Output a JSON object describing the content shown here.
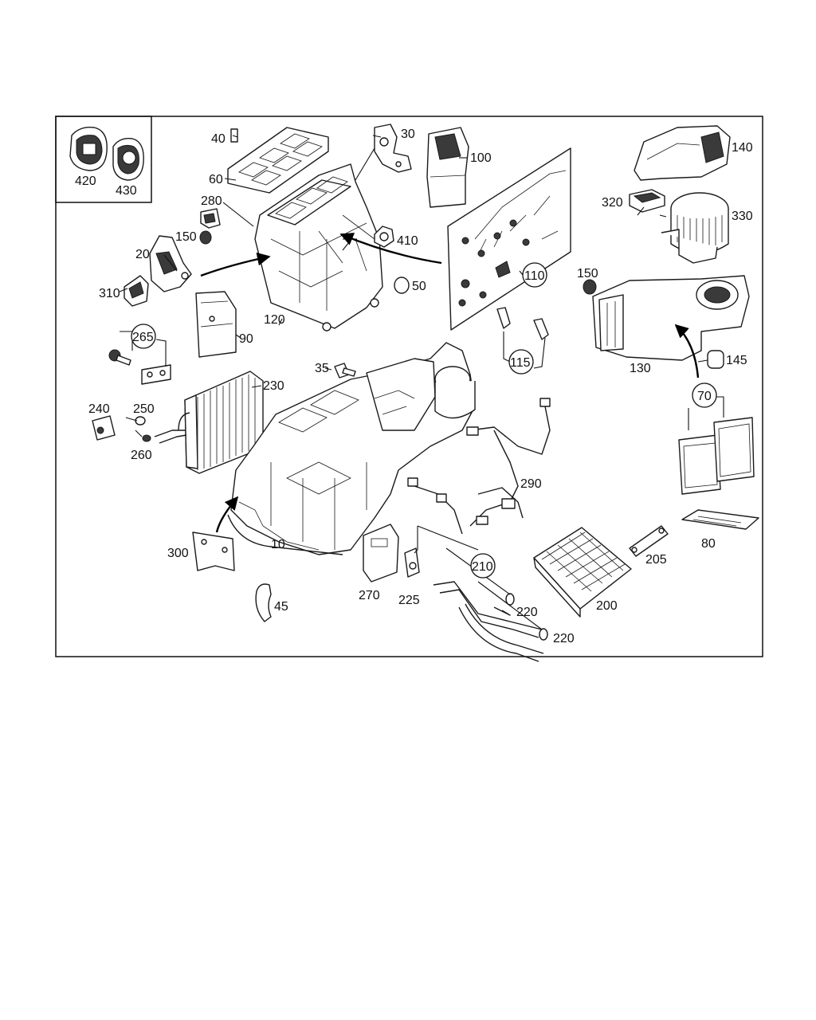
{
  "labels": {
    "p10": "10",
    "p20": "20",
    "p30": "30",
    "p35": "35",
    "p40": "40",
    "p45": "45",
    "p50": "50",
    "p60": "60",
    "p70": "70",
    "p80": "80",
    "p90": "90",
    "p100": "100",
    "p110": "110",
    "p115": "115",
    "p120": "120",
    "p130": "130",
    "p140": "140",
    "p145": "145",
    "p150a": "150",
    "p150b": "150",
    "p200": "200",
    "p205": "205",
    "p210": "210",
    "p220a": "220",
    "p220b": "220",
    "p225": "225",
    "p230": "230",
    "p240": "240",
    "p250": "250",
    "p260": "260",
    "p265": "265",
    "p270": "270",
    "p280": "280",
    "p290": "290",
    "p300": "300",
    "p310": "310",
    "p320": "320",
    "p330": "330",
    "p410": "410",
    "p420": "420",
    "p430": "430"
  },
  "colors": {
    "line": "#1a1a1a",
    "background": "#ffffff"
  }
}
